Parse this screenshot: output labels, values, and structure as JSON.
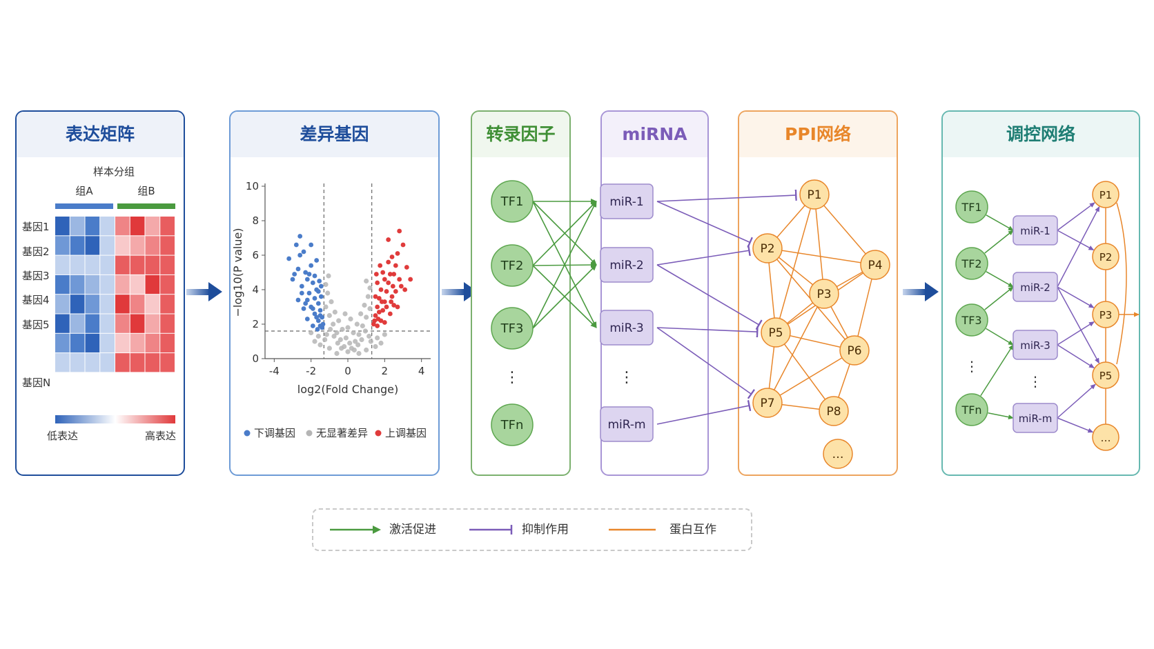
{
  "panels": {
    "expression": {
      "title": "表达矩阵",
      "sample_group_label": "样本分组",
      "group_a": "组A",
      "group_b": "组B",
      "genes": [
        "基因1",
        "基因2",
        "基因3",
        "基因4",
        "基因5",
        "基因N"
      ],
      "colorbar_low": "低表达",
      "colorbar_high": "高表达"
    },
    "deg": {
      "title": "差异基因"
    },
    "tf": {
      "title": "转录因子",
      "nodes": [
        "TF1",
        "TF2",
        "TF3",
        "⋮",
        "TFn"
      ]
    },
    "mirna": {
      "title": "miRNA",
      "nodes": [
        "miR-1",
        "miR-2",
        "miR-3",
        "⋮",
        "miR-m"
      ]
    },
    "ppi": {
      "title": "PPI网络",
      "nodes": [
        "P1",
        "P2",
        "P3",
        "P4",
        "P5",
        "P6",
        "P7",
        "P8",
        "…"
      ]
    },
    "network": {
      "title": "调控网络",
      "tf_nodes": [
        "TF1",
        "TF2",
        "TF3",
        "⋮",
        "TFn"
      ],
      "mir_nodes": [
        "miR-1",
        "miR-2",
        "miR-3",
        "⋮",
        "miR-m"
      ],
      "p_nodes": [
        "P1",
        "P2",
        "P3",
        "P5",
        "…"
      ]
    }
  },
  "chart_data": {
    "type": "scatter",
    "title": "",
    "xlabel": "log2(Fold Change)",
    "ylabel": "−log10(P value)",
    "xlim": [
      -4.5,
      4.5
    ],
    "ylim": [
      0,
      10
    ],
    "x_ticks": [
      "-4",
      "-2",
      "0",
      "2",
      "4"
    ],
    "y_ticks": [
      "0",
      "2",
      "4",
      "6",
      "8",
      "10"
    ],
    "fc_thresholds": [
      -1.3,
      1.3
    ],
    "p_threshold": 1.6,
    "series": [
      {
        "name": "下调基因",
        "color": "#4a7cc9",
        "points": [
          [
            -3.2,
            5.8
          ],
          [
            -3.0,
            4.6
          ],
          [
            -2.8,
            6.6
          ],
          [
            -2.6,
            7.1
          ],
          [
            -2.7,
            5.2
          ],
          [
            -2.5,
            4.2
          ],
          [
            -2.4,
            6.2
          ],
          [
            -2.3,
            5.0
          ],
          [
            -2.2,
            4.6
          ],
          [
            -2.1,
            3.8
          ],
          [
            -2.0,
            5.4
          ],
          [
            -1.9,
            4.4
          ],
          [
            -1.8,
            3.5
          ],
          [
            -1.7,
            4.0
          ],
          [
            -1.6,
            3.2
          ],
          [
            -1.5,
            2.8
          ],
          [
            -1.4,
            2.4
          ],
          [
            -1.35,
            2.0
          ],
          [
            -2.2,
            3.4
          ],
          [
            -2.0,
            3.0
          ],
          [
            -1.8,
            2.6
          ],
          [
            -1.6,
            2.2
          ],
          [
            -1.5,
            1.9
          ],
          [
            -2.5,
            3.8
          ],
          [
            -2.3,
            3.2
          ],
          [
            -1.9,
            2.9
          ],
          [
            -1.7,
            2.4
          ],
          [
            -1.45,
            3.6
          ],
          [
            -1.55,
            4.5
          ],
          [
            -2.6,
            6.0
          ],
          [
            -1.7,
            5.7
          ],
          [
            -2.9,
            4.9
          ],
          [
            -2.1,
            4.9
          ],
          [
            -1.4,
            1.8
          ],
          [
            -1.9,
            1.9
          ],
          [
            -2.4,
            2.9
          ],
          [
            -1.6,
            3.9
          ],
          [
            -2.0,
            6.6
          ],
          [
            -1.5,
            2.5
          ],
          [
            -1.8,
            4.8
          ],
          [
            -2.7,
            3.4
          ],
          [
            -1.65,
            1.7
          ],
          [
            -2.2,
            2.3
          ],
          [
            -1.45,
            4.2
          ]
        ]
      },
      {
        "name": "无显著差异",
        "color": "#b5b5b5",
        "points": [
          [
            0,
            0.4
          ],
          [
            0.2,
            0.6
          ],
          [
            -0.2,
            0.7
          ],
          [
            0.4,
            1.0
          ],
          [
            -0.4,
            1.1
          ],
          [
            0.6,
            1.4
          ],
          [
            -0.6,
            1.5
          ],
          [
            0.8,
            1.9
          ],
          [
            -0.8,
            2.0
          ],
          [
            1.0,
            2.4
          ],
          [
            -1.0,
            2.5
          ],
          [
            1.2,
            2.9
          ],
          [
            -1.2,
            3.0
          ],
          [
            0.1,
            0.9
          ],
          [
            -0.1,
            1.2
          ],
          [
            0.3,
            1.5
          ],
          [
            -0.3,
            1.7
          ],
          [
            0.5,
            2.0
          ],
          [
            -0.5,
            2.2
          ],
          [
            0.7,
            2.6
          ],
          [
            -0.7,
            2.7
          ],
          [
            0.9,
            3.1
          ],
          [
            -0.9,
            3.3
          ],
          [
            1.1,
            3.6
          ],
          [
            -1.1,
            3.8
          ],
          [
            0.0,
            1.8
          ],
          [
            0.15,
            2.3
          ],
          [
            -0.15,
            2.6
          ],
          [
            0.35,
            0.5
          ],
          [
            -0.35,
            0.6
          ],
          [
            0.55,
            0.8
          ],
          [
            -0.55,
            0.9
          ],
          [
            0.75,
            1.1
          ],
          [
            -0.75,
            1.3
          ],
          [
            0.95,
            1.6
          ],
          [
            -0.95,
            1.7
          ],
          [
            1.15,
            1.3
          ],
          [
            -1.15,
            1.4
          ],
          [
            1.25,
            1.0
          ],
          [
            -1.25,
            1.1
          ],
          [
            1.6,
            1.2
          ],
          [
            -1.6,
            1.3
          ],
          [
            1.8,
            0.9
          ],
          [
            -1.8,
            1.0
          ],
          [
            2.0,
            1.4
          ],
          [
            -2.0,
            1.5
          ],
          [
            1.5,
            0.7
          ],
          [
            -1.5,
            0.8
          ],
          [
            1.0,
            0.5
          ],
          [
            -1.0,
            0.6
          ],
          [
            0.6,
            0.3
          ],
          [
            -0.6,
            0.3
          ],
          [
            1.2,
            4.1
          ],
          [
            -1.2,
            4.3
          ],
          [
            1.0,
            4.5
          ],
          [
            -1.05,
            4.8
          ]
        ]
      },
      {
        "name": "上调基因",
        "color": "#e03b3b",
        "points": [
          [
            1.4,
            2.0
          ],
          [
            1.5,
            2.5
          ],
          [
            1.6,
            3.0
          ],
          [
            1.7,
            3.5
          ],
          [
            1.8,
            2.2
          ],
          [
            1.9,
            2.8
          ],
          [
            2.0,
            3.3
          ],
          [
            2.1,
            3.9
          ],
          [
            2.2,
            4.4
          ],
          [
            2.3,
            2.6
          ],
          [
            2.4,
            3.6
          ],
          [
            2.5,
            4.9
          ],
          [
            2.6,
            5.4
          ],
          [
            2.7,
            6.1
          ],
          [
            2.8,
            7.4
          ],
          [
            3.0,
            6.6
          ],
          [
            3.2,
            5.3
          ],
          [
            3.4,
            4.6
          ],
          [
            2.9,
            4.2
          ],
          [
            2.5,
            3.1
          ],
          [
            2.2,
            5.6
          ],
          [
            2.0,
            4.6
          ],
          [
            1.8,
            4.0
          ],
          [
            1.6,
            4.4
          ],
          [
            1.5,
            3.6
          ],
          [
            1.45,
            2.2
          ],
          [
            1.7,
            2.7
          ],
          [
            2.3,
            4.9
          ],
          [
            2.6,
            3.9
          ],
          [
            1.9,
            5.0
          ],
          [
            2.1,
            3.0
          ],
          [
            2.4,
            5.9
          ],
          [
            2.8,
            4.6
          ],
          [
            1.6,
            1.9
          ],
          [
            2.0,
            2.1
          ],
          [
            1.75,
            5.4
          ],
          [
            2.2,
            6.9
          ],
          [
            1.55,
            4.9
          ],
          [
            2.45,
            4.2
          ],
          [
            1.85,
            3.3
          ],
          [
            3.1,
            4.0
          ],
          [
            2.7,
            3.0
          ],
          [
            1.65,
            2.3
          ],
          [
            2.35,
            3.3
          ]
        ]
      }
    ],
    "legend": [
      "下调基因",
      "无显著差异",
      "上调基因"
    ]
  },
  "edge_legend": {
    "activate": "激活促进",
    "inhibit": "抑制作用",
    "interact": "蛋白互作"
  },
  "colors": {
    "blue": "#1e4d9b",
    "green": "#4a9a3f",
    "purple": "#7b5cb8",
    "orange": "#e8862a",
    "teal": "#2a9a8e"
  }
}
